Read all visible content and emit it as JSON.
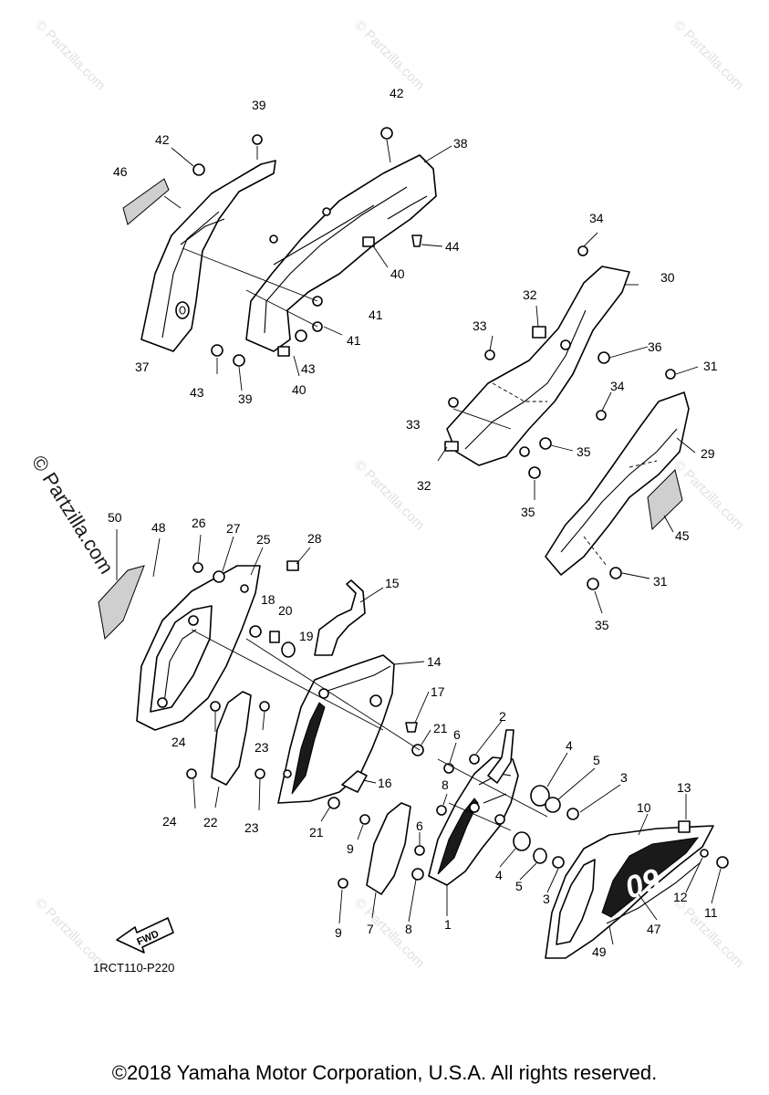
{
  "watermark": {
    "small": "© Partzilla.com",
    "large": "© Partzilla.com"
  },
  "diagram_code": "1RCT110-P220",
  "fwd_label": "FWD",
  "decal_text": "09",
  "copyright": "©2018 Yamaha Motor Corporation, U.S.A. All rights reserved.",
  "callouts": [
    "1",
    "2",
    "3",
    "3",
    "4",
    "4",
    "5",
    "5",
    "6",
    "6",
    "7",
    "8",
    "8",
    "9",
    "9",
    "10",
    "11",
    "12",
    "13",
    "14",
    "15",
    "16",
    "17",
    "18",
    "19",
    "20",
    "21",
    "21",
    "22",
    "23",
    "23",
    "24",
    "24",
    "25",
    "26",
    "27",
    "28",
    "29",
    "30",
    "31",
    "31",
    "32",
    "32",
    "33",
    "33",
    "34",
    "34",
    "35",
    "35",
    "35",
    "36",
    "37",
    "38",
    "39",
    "39",
    "40",
    "40",
    "41",
    "41",
    "42",
    "42",
    "43",
    "43",
    "44",
    "45",
    "46",
    "47",
    "48",
    "49",
    "50"
  ]
}
